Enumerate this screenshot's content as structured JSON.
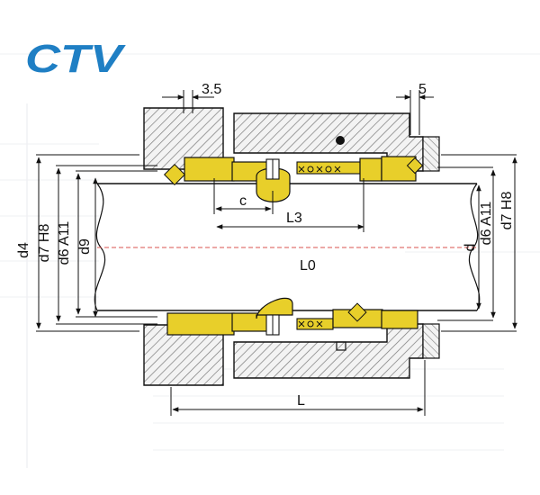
{
  "logo": {
    "text": "CTV",
    "color": "#1f7fc4"
  },
  "colors": {
    "housing_hatch": "#8a8a8a",
    "seal_parts": "#e8cf2a",
    "outline": "#111111",
    "centerline": "#d9534f",
    "background_print": "#c9cdd6"
  },
  "labels": {
    "dim_3_5": "3.5",
    "dim_5": "5",
    "dim_c": "c",
    "dim_L3": "L3",
    "dim_L0": "L0",
    "dim_L": "L",
    "left_d4": "d4",
    "left_d7": "d7 H8",
    "left_d6": "d6 A11",
    "left_d9": "d9",
    "right_d": "d",
    "right_d6": "d6 A11",
    "right_d7": "d7 H8"
  }
}
